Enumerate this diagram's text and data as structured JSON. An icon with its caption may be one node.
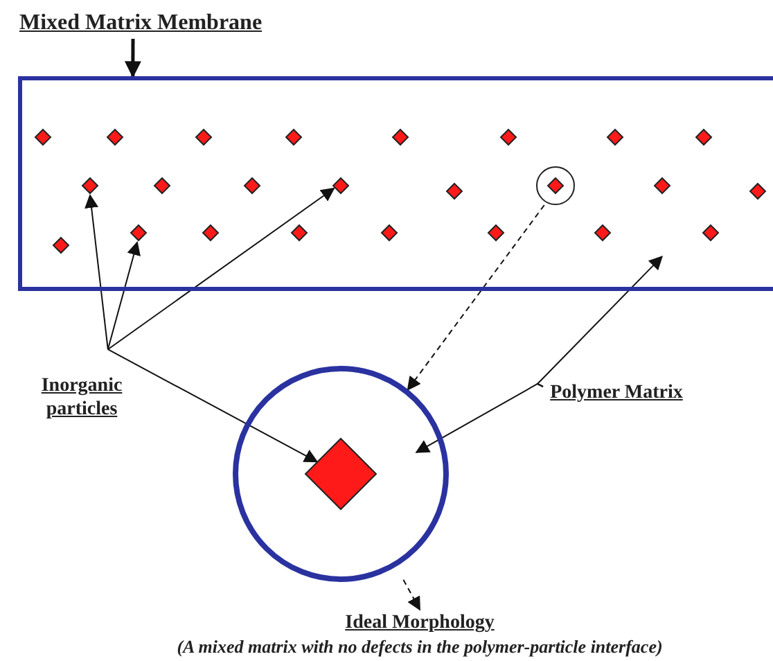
{
  "diagram": {
    "nodes": [
      {
        "text": [
          "Mixed Matrix Membrane"
        ]
      },
      {
        "text": [],
        "shape": "box"
      },
      {
        "text": [],
        "shape": "diamond",
        "in": 1
      },
      {
        "text": [],
        "shape": "diamond",
        "in": 1
      },
      {
        "text": [],
        "shape": "diamond",
        "in": 1
      },
      {
        "text": [],
        "shape": "diamond",
        "in": 1
      },
      {
        "text": [],
        "shape": "diamond",
        "in": 1
      },
      {
        "text": [],
        "shape": "diamond",
        "in": 1
      },
      {
        "text": [],
        "shape": "diamond",
        "in": 1
      },
      {
        "text": [],
        "shape": "diamond",
        "in": 1
      },
      {
        "text": [],
        "shape": "diamond",
        "in": 1
      },
      {
        "text": [],
        "shape": "diamond",
        "in": 1
      },
      {
        "text": [],
        "shape": "diamond",
        "in": 1
      },
      {
        "text": [],
        "shape": "diamond",
        "in": 1
      },
      {
        "text": [],
        "shape": "diamond",
        "in": 1
      },
      {
        "text": [],
        "shape": "circle",
        "in": 1
      },
      {
        "text": [],
        "shape": "diamond",
        "in": 15
      },
      {
        "text": [],
        "shape": "diamond",
        "in": 1
      },
      {
        "text": [],
        "shape": "diamond",
        "in": 1
      },
      {
        "text": [],
        "shape": "diamond",
        "in": 1
      },
      {
        "text": [],
        "shape": "diamond",
        "in": 1
      },
      {
        "text": [],
        "shape": "diamond",
        "in": 1
      },
      {
        "text": [],
        "shape": "diamond",
        "in": 1
      },
      {
        "text": [],
        "shape": "diamond",
        "in": 1
      },
      {
        "text": [],
        "shape": "diamond",
        "in": 1
      },
      {
        "text": [],
        "shape": "diamond",
        "in": 1
      },
      {
        "text": [],
        "shape": "diamond",
        "in": 1
      },
      {
        "text": [
          "Inorganic particles"
        ]
      },
      {
        "text": [],
        "shape": "circle"
      },
      {
        "text": [],
        "shape": "diamond",
        "in": 28
      },
      {
        "text": [
          "Polymer Matrix"
        ]
      },
      {
        "text": [
          "Ideal Morphology",
          "(A mixed matrix with no defects in the polymer-particle interface)"
        ]
      }
    ],
    "edges": [
      {
        "from": 0,
        "to": 1,
        "arrow": "to",
        "style": "thick"
      },
      {
        "from": 27,
        "to": 10,
        "arrow": "to"
      },
      {
        "from": 27,
        "to": 20,
        "arrow": "to"
      },
      {
        "from": 27,
        "to": 13,
        "arrow": "to"
      },
      {
        "from": 27,
        "to": 29,
        "arrow": "to"
      },
      {
        "from": 15,
        "to": 28,
        "arrow": "to",
        "style": "dashed"
      },
      {
        "from": 30,
        "to": 1,
        "arrow": "to"
      },
      {
        "from": 30,
        "to": 28,
        "arrow": "to"
      },
      {
        "from": 28,
        "to": 31,
        "arrow": "to",
        "style": "dashed"
      }
    ]
  }
}
